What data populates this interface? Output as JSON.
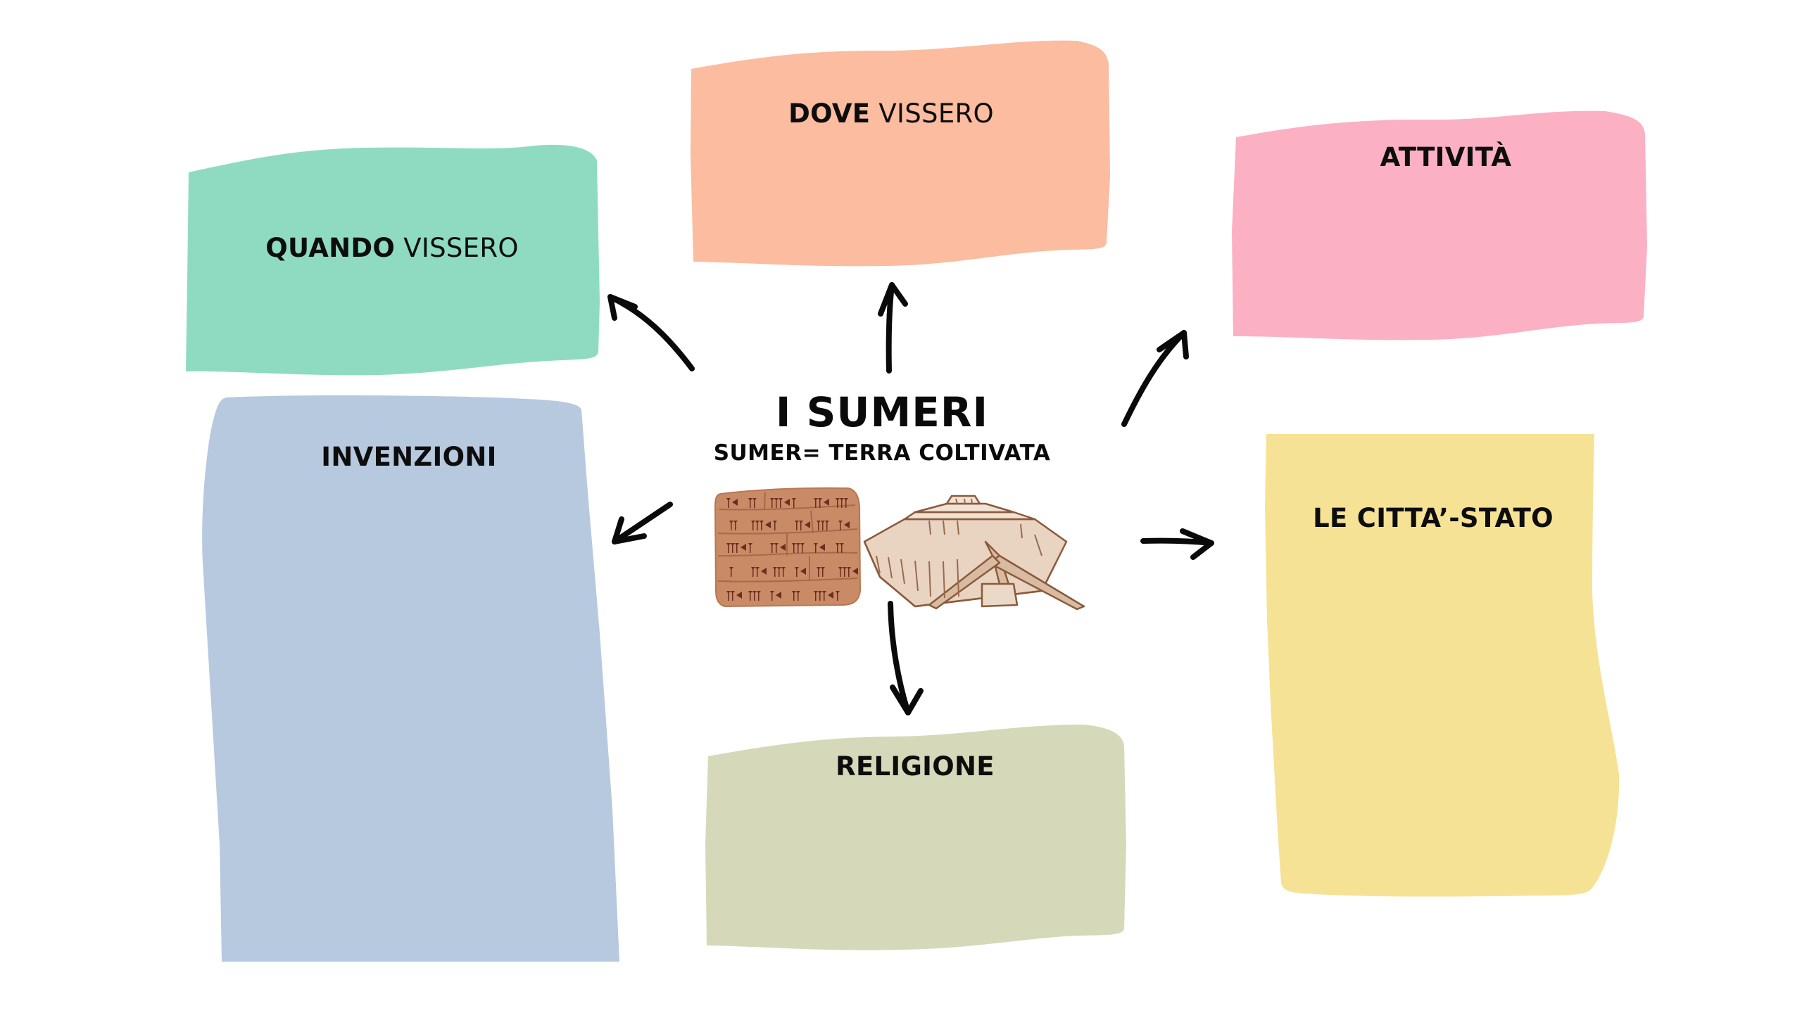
{
  "center": {
    "title": "I SUMERI",
    "subtitle": "SUMER= TERRA COLTIVATA",
    "images": [
      {
        "name": "cuneiform-tablet",
        "description": "Clay tablet with cuneiform writing"
      },
      {
        "name": "ziggurat",
        "description": "Illustration of a Sumerian ziggurat"
      }
    ]
  },
  "boxes": [
    {
      "id": "quando",
      "label_bold": "QUANDO",
      "label_light": " VISSERO",
      "color": "#8EDBC1"
    },
    {
      "id": "dove",
      "label_bold": "DOVE",
      "label_light": " VISSERO",
      "color": "#FBBCA0"
    },
    {
      "id": "attivita",
      "label_bold": "",
      "label_light": "ATTIVITÀ",
      "color": "#FCB0C4"
    },
    {
      "id": "invenzioni",
      "label_bold": "",
      "label_light": "INVENZIONI",
      "color": "#B7C9DF"
    },
    {
      "id": "citta-stato",
      "label_bold": "",
      "label_light": "LE CITTA’-STATO",
      "color": "#F6E294"
    },
    {
      "id": "religione",
      "label_bold": "",
      "label_light": "RELIGIONE",
      "color": "#D5D9B9"
    }
  ],
  "colors": {
    "arrow": "#0a0a0a",
    "tablet": "#C98A66",
    "tablet_glyph": "#6B2E1F",
    "ziggurat": "#E8D3C0",
    "ziggurat_line": "#8A5A3C"
  }
}
